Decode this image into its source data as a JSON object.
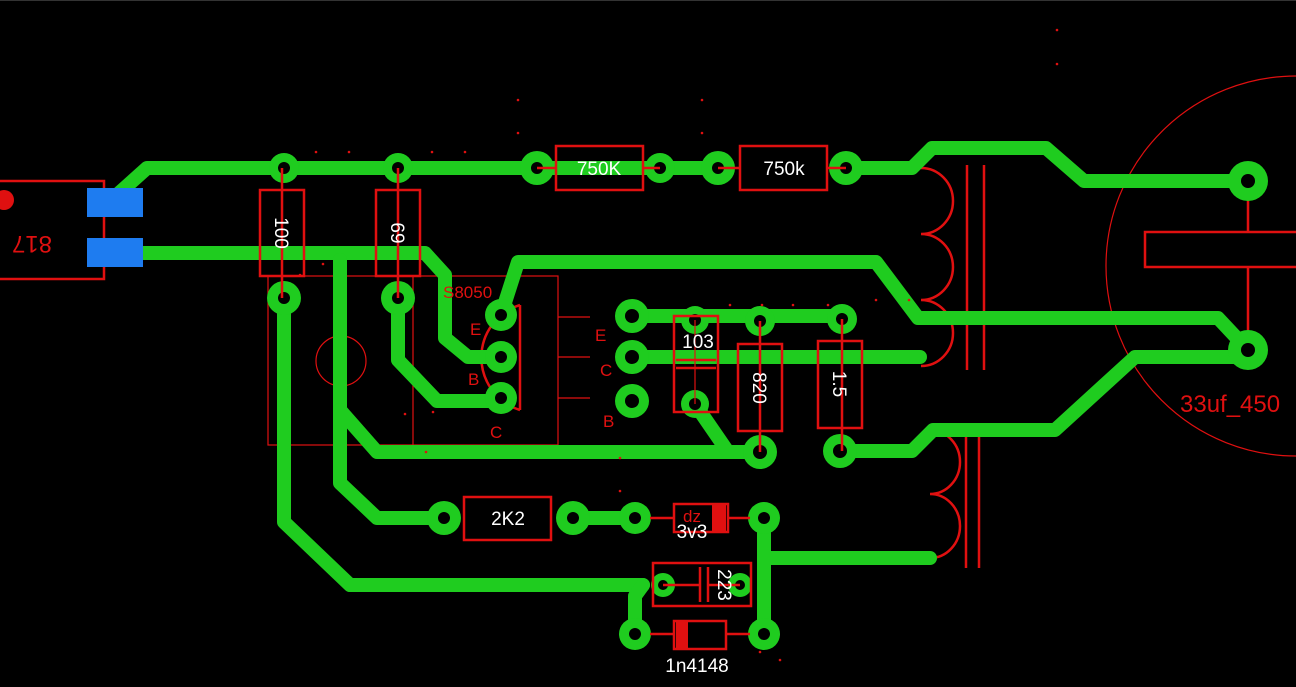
{
  "board": {
    "connector_label": "817",
    "cap_label": "33uf_450",
    "transistor_label": "S8050",
    "pin_e": "E",
    "pin_b": "B",
    "pin_c": "C",
    "r_750k_1": "750K",
    "r_750k_2": "750k",
    "r_100": "100",
    "r_69": "69",
    "c_103": "103",
    "r_820": "820",
    "r_15": "1.5",
    "r_2k2": "2K2",
    "zener_top": "dz",
    "zener_bottom": "3v3",
    "c_223": "223",
    "diode_1n4148": "1n4148",
    "colors": {
      "background": "#000000",
      "trace": "#1fcc1f",
      "silkscreen": "#e01010",
      "smd_pad": "#1e7cf0",
      "text": "#ffffff"
    }
  }
}
